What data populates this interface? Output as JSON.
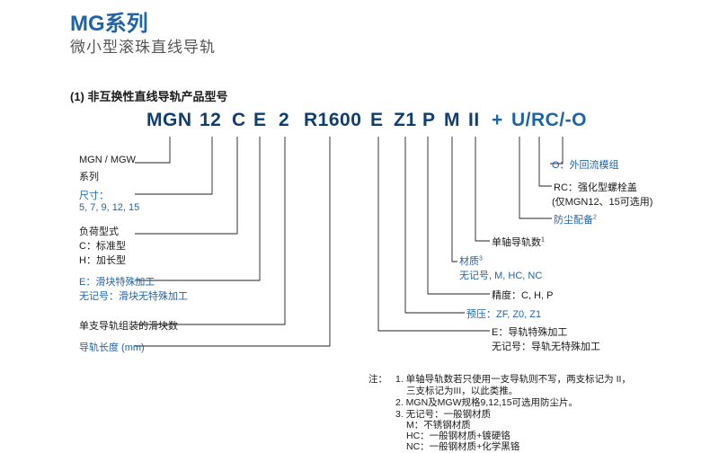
{
  "header": {
    "title": "MG系列",
    "subtitle": "微小型滚珠直线导轨"
  },
  "section_title": "(1) 非互换性直线导轨产品型号",
  "code_parts": [
    "MGN",
    "12",
    "C",
    "E",
    "2",
    "R1600",
    "E",
    "Z1",
    "P",
    "M",
    "II",
    "+",
    "U/RC/-O"
  ],
  "labels": {
    "series_1": "MGN / MGW",
    "series_2": "系列",
    "size_1": "尺寸：",
    "size_2": "5, 7, 9, 12, 15",
    "load_1": "负荷型式",
    "load_2": "C：标准型",
    "load_3": "H：加长型",
    "block_1": "E：滑块特殊加工",
    "block_2": "无记号：滑块无特殊加工",
    "blocks_count": "单支导轨组装的滑块数",
    "rail_length": "导轨长度 (mm)",
    "o_circ": "O：外回流模组",
    "rc_1": "RC：强化型螺栓盖",
    "rc_2": "(仅MGN12、15可选用)",
    "dust": "防尘配备",
    "dust_sup": "2",
    "rails_count": "单轴导轨数",
    "rails_count_sup": "1",
    "material_1": "材质",
    "material_sup": "3",
    "material_2": "无记号, M, HC, NC",
    "precision": "精度：C, H, P",
    "preload": "预压：ZF, Z0, Z1",
    "rail_special_1": "E：导轨特殊加工",
    "rail_special_2": "无记号：导轨无特殊加工"
  },
  "notes": {
    "prefix": "注：",
    "lines": [
      "1. 单轴导轨数若只使用一支导轨则不写，两支标记为 II，",
      "三支标记为III，以此类推。",
      "2. MGN及MGW规格9,12,15可选用防尘片。",
      "3. 无记号：一般钢材质",
      "M：不锈钢材质",
      "HC：一般钢材质+镀硬铬",
      "NC：一般钢材质+化学黑铬"
    ]
  },
  "colors": {
    "accent": "#1f64a8",
    "code": "#0e3f70",
    "text": "#1a1a1a"
  }
}
